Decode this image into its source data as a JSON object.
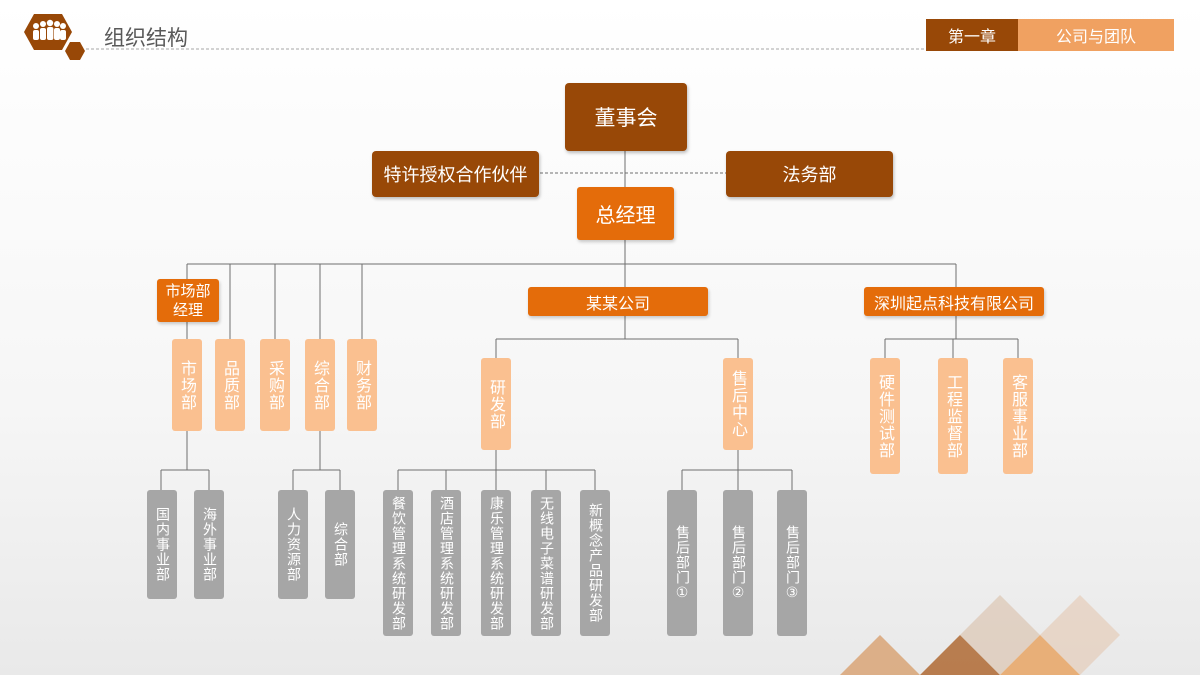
{
  "header": {
    "title": "组织结构",
    "chapter": "第一章",
    "section": "公司与团队",
    "icon": "team-icon"
  },
  "colors": {
    "dark": "#984807",
    "orange": "#e46c0a",
    "peach": "#fac090",
    "gray": "#a6a6a6"
  },
  "org": {
    "board": "董事会",
    "licensing_partner": "特许授权合作伙伴",
    "legal": "法务部",
    "general_manager": "总经理",
    "market_manager": "市场部\n经理",
    "market_manager_depts": [
      "市场部",
      "品质部",
      "采购部",
      "综合部",
      "财务部"
    ],
    "market_subunits": [
      "国内事业部",
      "海外事业部"
    ],
    "general_subunits": [
      "人力资源部",
      "综合部"
    ],
    "company_a": "某某公司",
    "company_a_depts": [
      "研发部",
      "售后中心"
    ],
    "rd_units": [
      "餐饮管理系统研发部",
      "酒店管理系统研发部",
      "康乐管理系统研发部",
      "无线电子菜谱研发部",
      "新概念产品研发部"
    ],
    "aftersales_units": [
      "售后部门①",
      "售后部门②",
      "售后部门③"
    ],
    "company_b": "深圳起点科技有限公司",
    "company_b_depts": [
      "硬件测试部",
      "工程监督部",
      "客服事业部"
    ]
  }
}
